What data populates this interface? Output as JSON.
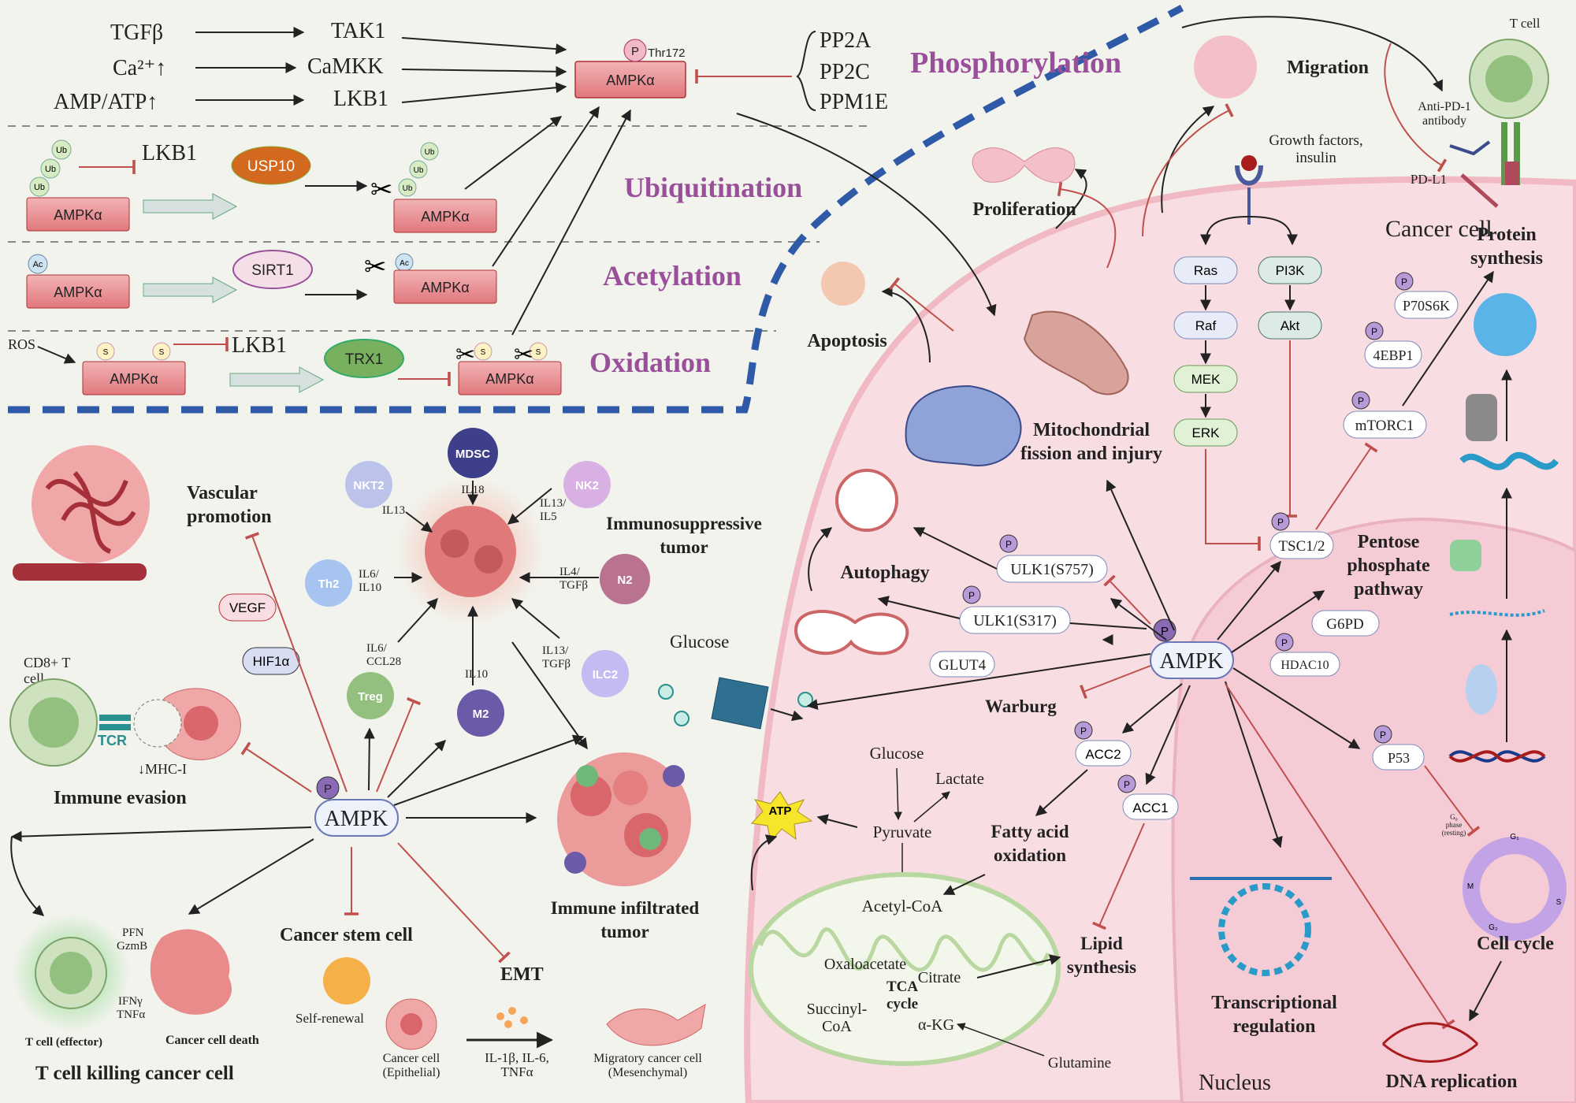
{
  "sections": {
    "phosphorylation": "Phosphorylation",
    "ubiquitination": "Ubiquitination",
    "acetylation": "Acetylation",
    "oxidation": "Oxidation"
  },
  "upstream": {
    "tgfb": "TGFβ",
    "ca": "Ca²⁺↑",
    "ampatp": "AMP/ATP↑",
    "tak1": "TAK1",
    "camkk": "CaMKK",
    "lkb1": "LKB1",
    "thr172": "Thr172",
    "p": "P",
    "ampka": "AMPKα",
    "pp2a": "PP2A",
    "pp2c": "PP2C",
    "ppm1e": "PPM1E"
  },
  "ptm": {
    "ub": "Ub",
    "ac": "Ac",
    "s": "S",
    "ros": "ROS",
    "lkb1": "LKB1",
    "usp10": "USP10",
    "sirt1": "SIRT1",
    "trx1": "TRX1"
  },
  "immune": {
    "vascular_promotion": "Vascular\npromotion",
    "vegf": "VEGF",
    "hif1a": "HIF1α",
    "cd8_t_cell": "CD8+ T\ncell",
    "tcr": "TCR",
    "mhc": "↓MHC-I",
    "immune_evasion": "Immune evasion",
    "ampk": "AMPK",
    "t_cell_effector": "T cell (effector)",
    "pfn": "PFN",
    "gzmb": "GzmB",
    "ifng": "IFNγ",
    "tnfa": "TNFα",
    "cancer_cell_death": "Cancer cell death",
    "t_cell_killing": "T cell killing cancer cell",
    "cancer_stem_cell": "Cancer stem cell",
    "self_renewal": "Self-renewal",
    "cancer_cell_epithelial": "Cancer cell\n(Epithelial)",
    "cytokines": "IL-1β, IL-6,\nTNFα",
    "migratory_cell": "Migratory cancer cell\n(Mesenchymal)",
    "emt": "EMT",
    "mdsc": "MDSC",
    "nkt2": "NKT2",
    "nk2": "NK2",
    "th2": "Th2",
    "n2": "N2",
    "treg": "Treg",
    "m2": "M2",
    "ilc2": "ILC2",
    "il18": "IL18",
    "il13": "IL13",
    "il13_il5": "IL13/\nIL5",
    "il6_il10": "IL6/\nIL10",
    "il4_tgfb": "IL4/\nTGFβ",
    "il6_ccl28": "IL6/\nCCL28",
    "il10": "IL10",
    "il13_tgfb": "IL13/\nTGFβ",
    "immunosuppressive_tumor": "Immunosuppressive\ntumor",
    "immune_infiltrated_tumor": "Immune infiltrated\ntumor"
  },
  "cell": {
    "glucose": "Glucose",
    "glut4": "GLUT4",
    "warburg": "Warburg",
    "atp": "ATP",
    "glucose2": "Glucose",
    "lactate": "Lactate",
    "pyruvate": "Pyruvate",
    "acetyl_coa": "Acetyl-CoA",
    "oxaloacetate": "Oxaloacetate",
    "citrate": "Citrate",
    "tca": "TCA\ncycle",
    "succinyl": "Succinyl-\nCoA",
    "akg": "α-KG",
    "glutamine": "Glutamine",
    "acc2": "ACC2",
    "acc1": "ACC1",
    "fatty_acid": "Fatty acid\noxidation",
    "lipid": "Lipid\nsynthesis",
    "apoptosis": "Apoptosis",
    "proliferation": "Proliferation",
    "mito": "Mitochondrial\nfission and injury",
    "autophagy": "Autophagy",
    "ulk1_757": "ULK1(S757)",
    "ulk1_317": "ULK1(S317)",
    "ampk": "AMPK",
    "cancer_cell": "Cancer cell",
    "nucleus": "Nucleus",
    "migration": "Migration",
    "growth": "Growth factors,\ninsulin",
    "ras": "Ras",
    "raf": "Raf",
    "mek": "MEK",
    "erk": "ERK",
    "pi3k": "PI3K",
    "akt": "Akt",
    "tsc": "TSC1/2",
    "mtorc1": "mTORC1",
    "p70s6k": "P70S6K",
    "ebp1": "4EBP1",
    "protein_synthesis": "Protein\nsynthesis",
    "t_cell": "T cell",
    "anti_pd1": "Anti-PD-1\nantibody",
    "pdl1": "PD-L1",
    "pentose": "Pentose\nphosphate\npathway",
    "g6pd": "G6PD",
    "hdac10": "HDAC10",
    "p53": "P53",
    "transcriptional": "Transcriptional\nregulation",
    "cell_cycle": "Cell cycle",
    "dna_rep": "DNA replication",
    "g0": "G₀\nphase\n(resting)",
    "g1": "G₁",
    "s": "S",
    "g2": "G₂",
    "m": "M"
  },
  "colors": {
    "section": "#9a4f9a",
    "inhibit": "#c0504d",
    "ampk_box": "#e88a8e",
    "cell_bg": "#f8dde3",
    "dash": "#2e5aa8",
    "mito_green": "#b9d7a0"
  }
}
